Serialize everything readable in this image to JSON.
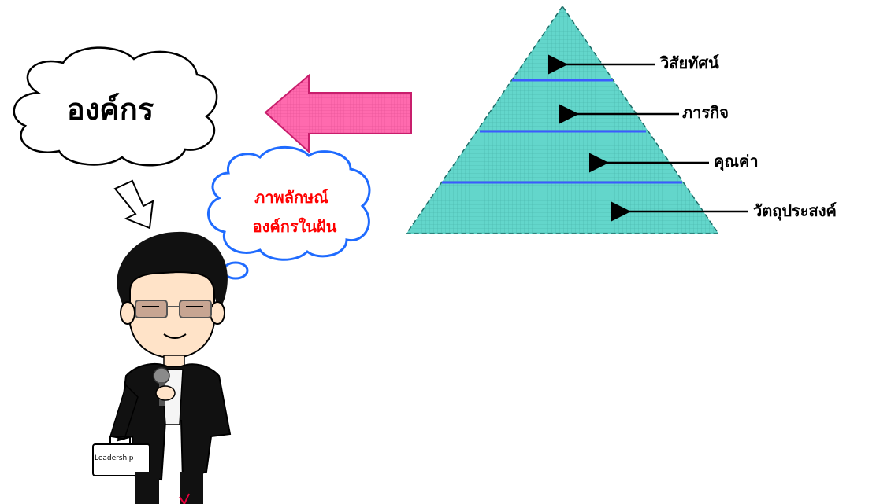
{
  "organization_cloud": {
    "label": "องค์กร"
  },
  "thought_bubble": {
    "line1": "ภาพลักษณ์",
    "line2": "องค์กรในฝัน"
  },
  "pyramid": {
    "fill_color": "#5fd3c8",
    "divider_color": "#3b5bff",
    "levels": [
      {
        "label": "วิสัยทัศน์"
      },
      {
        "label": "ภารกิจ"
      },
      {
        "label": "คุณค่า"
      },
      {
        "label": "วัตถุประสงค์"
      }
    ]
  },
  "person": {
    "bag_label": "Leadership"
  },
  "colors": {
    "pink_arrow": "#ff5fa6",
    "bubble_outline": "#1f6bff",
    "bubble_text": "#ff0000"
  }
}
